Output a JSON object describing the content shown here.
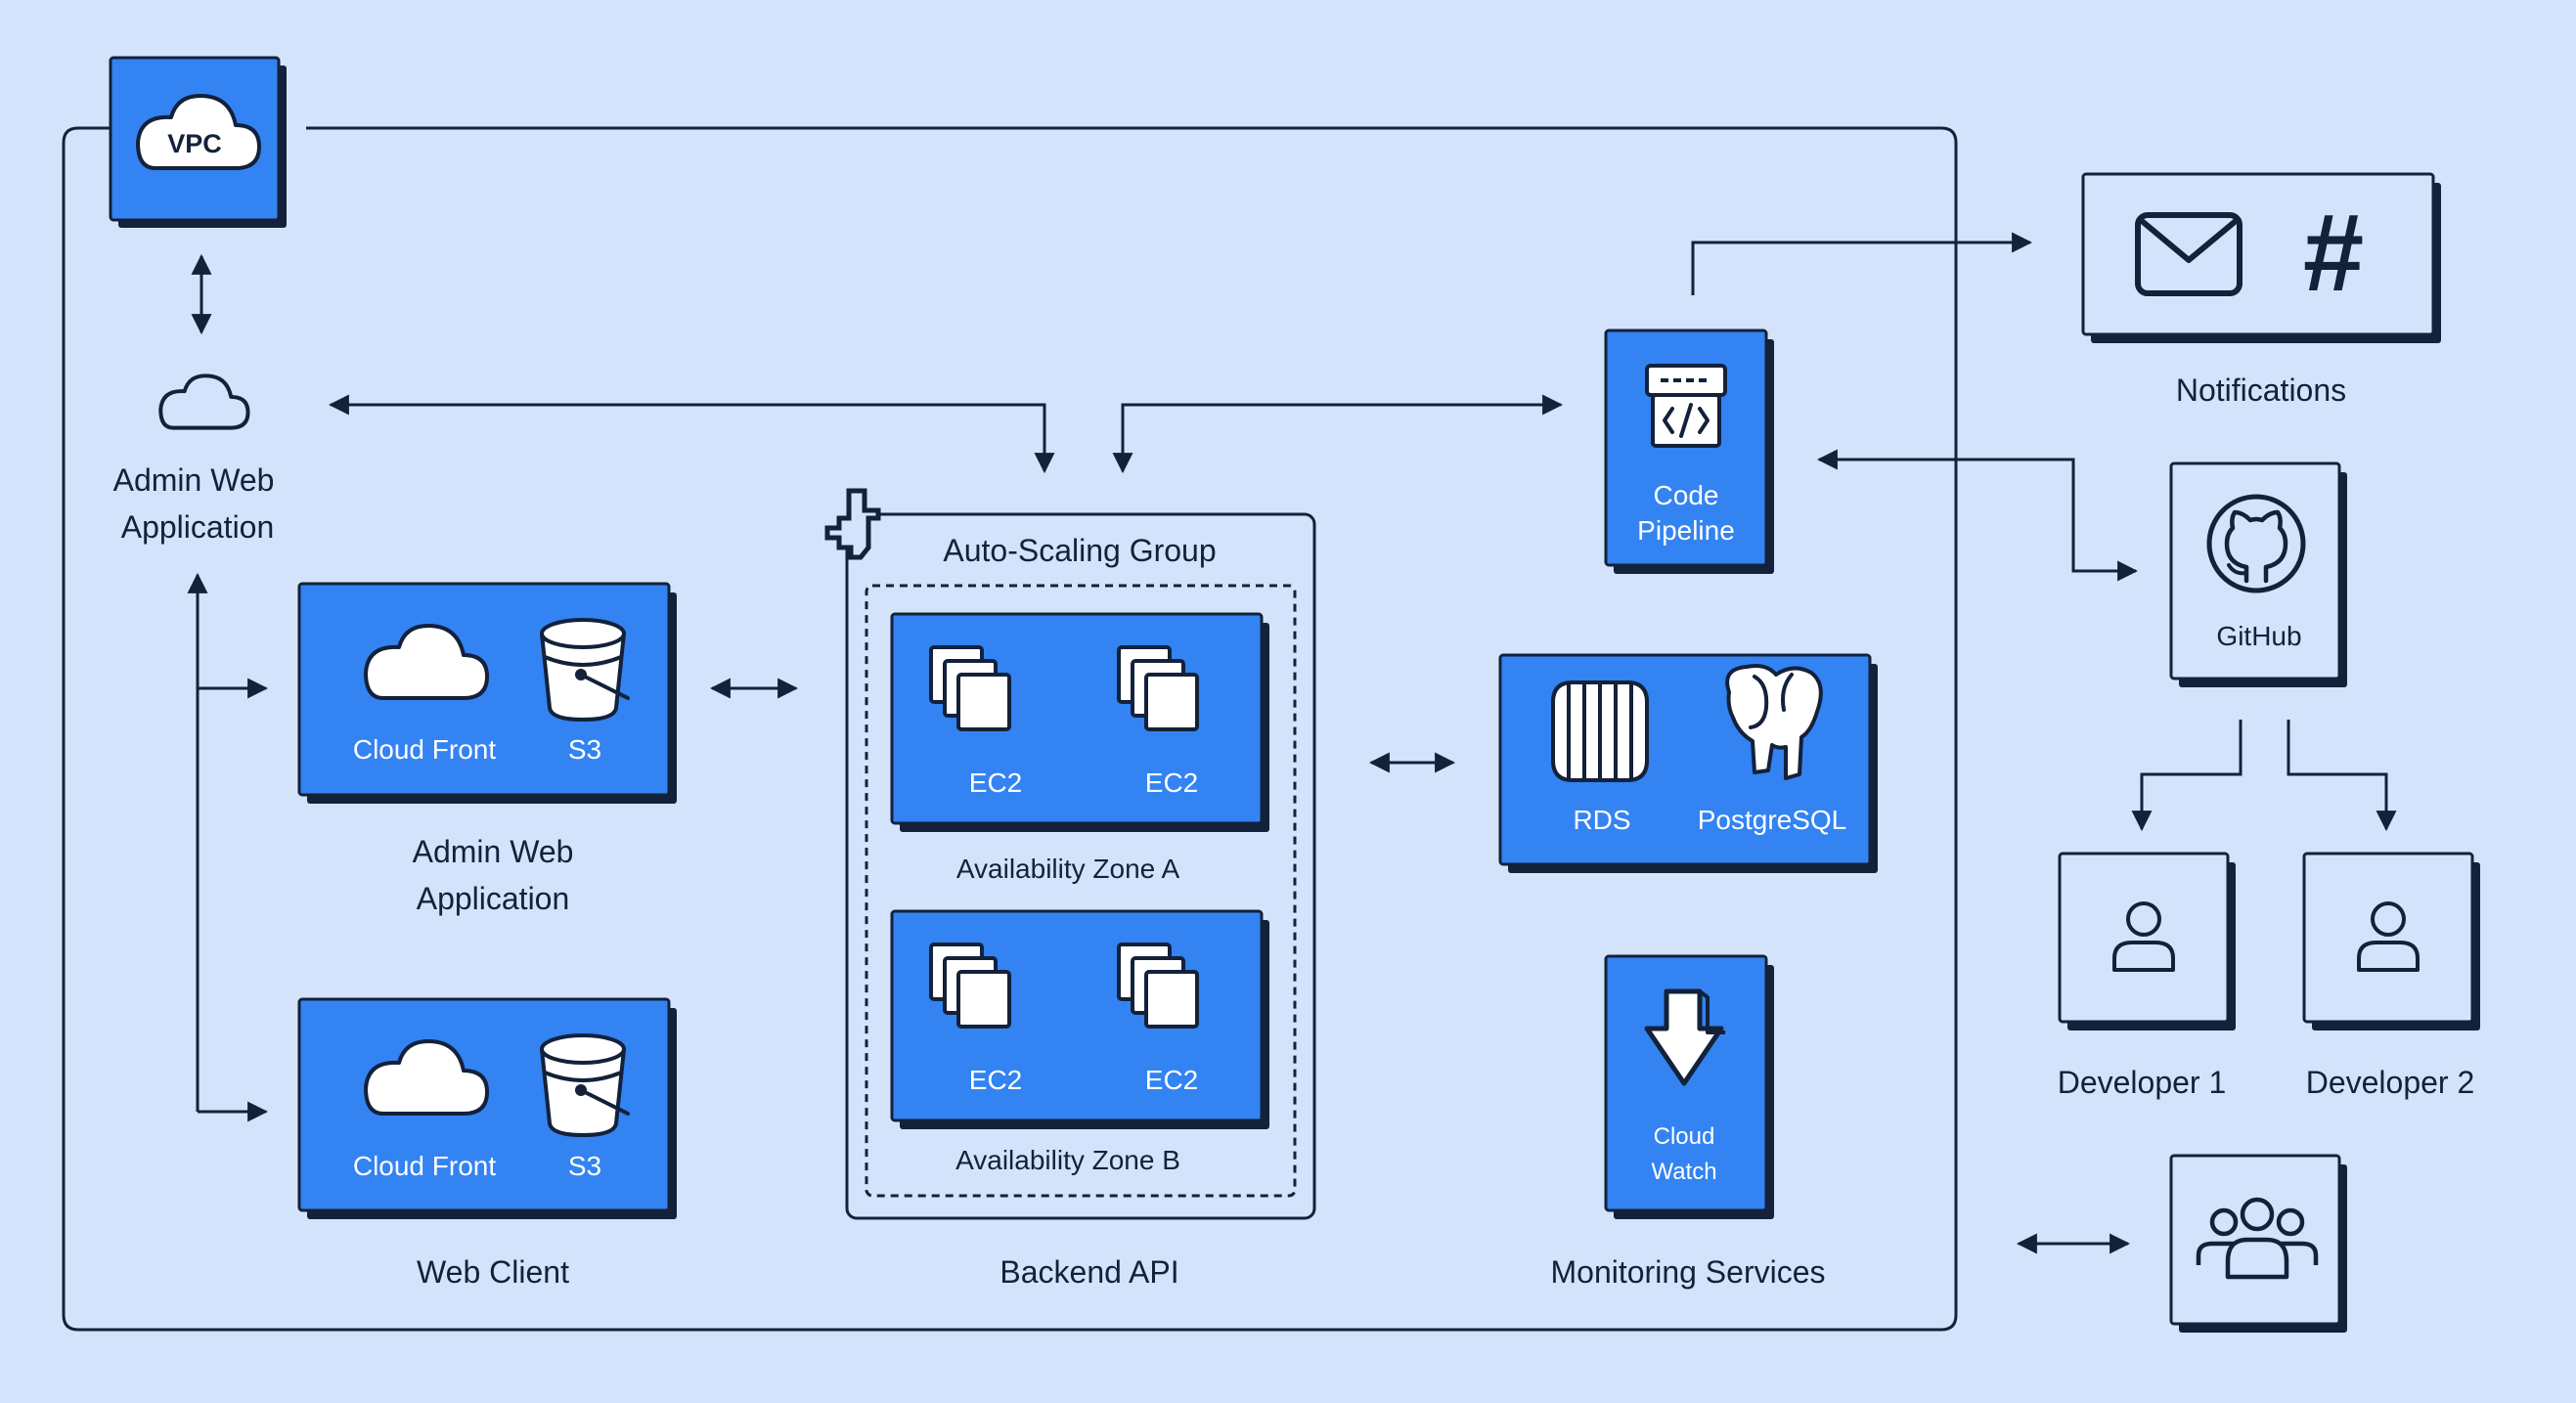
{
  "colors": {
    "background": "#d4e3fc",
    "accent": "#3383f2",
    "ink": "#13213a"
  },
  "vpc": {
    "label": "VPC"
  },
  "admin_cloud": {
    "line1": "Admin Web",
    "line2": "Application"
  },
  "admin_app": {
    "cloudfront_label": "Cloud Front",
    "s3_label": "S3",
    "caption_line1": "Admin Web",
    "caption_line2": "Application"
  },
  "web_client": {
    "cloudfront_label": "Cloud Front",
    "s3_label": "S3",
    "caption": "Web Client"
  },
  "asg": {
    "title": "Auto-Scaling Group",
    "zone_a": {
      "ec2_left": "EC2",
      "ec2_right": "EC2",
      "caption": "Availability Zone A"
    },
    "zone_b": {
      "ec2_left": "EC2",
      "ec2_right": "EC2",
      "caption": "Availability Zone B"
    },
    "caption": "Backend API"
  },
  "pipeline": {
    "line1": "Code",
    "line2": "Pipeline"
  },
  "database": {
    "rds_label": "RDS",
    "postgres_label": "PostgreSQL"
  },
  "monitoring": {
    "line1": "Cloud",
    "line2": "Watch",
    "caption": "Monitoring Services"
  },
  "notifications": {
    "caption": "Notifications",
    "hash_symbol": "#"
  },
  "github": {
    "label": "GitHub"
  },
  "developers": {
    "dev1": "Developer 1",
    "dev2": "Developer 2"
  },
  "icons": {
    "vpc": "cloud-icon",
    "admin": "cloud-outline-icon",
    "cloudfront": "cloud-icon",
    "s3": "bucket-icon",
    "ec2": "stacked-instances-icon",
    "pipeline": "code-pipeline-icon",
    "rds": "rds-cylinder-icon",
    "postgres": "elephant-icon",
    "cloudwatch": "download-arrow-icon",
    "mail": "mail-icon",
    "slack": "hash-icon",
    "github": "github-icon",
    "developer": "user-icon",
    "team": "team-icon",
    "cursor": "hand-cursor-icon"
  }
}
